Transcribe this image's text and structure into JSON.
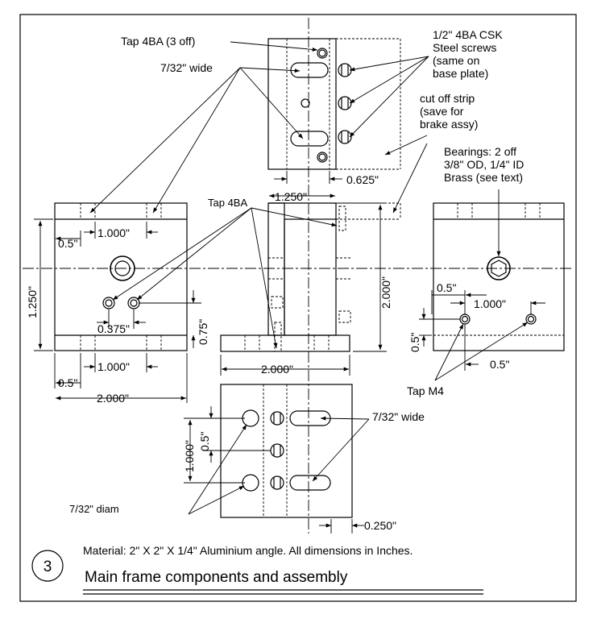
{
  "labels": {
    "tap_4ba_3off": "Tap 4BA (3 off)",
    "slot_wide_top": "7/32\" wide",
    "csk_line1": "1/2\" 4BA CSK",
    "csk_line2": "Steel screws",
    "csk_line3": "(same on",
    "csk_line4": "base plate)",
    "cut_line1": "cut off strip",
    "cut_line2": "(save for",
    "cut_line3": "brake assy)",
    "bear_line1": "Bearings: 2 off",
    "bear_line2": "3/8\" OD, 1/4\" ID",
    "bear_line3": "Brass (see text)",
    "tap_4ba": "Tap 4BA",
    "tap_m4": "Tap M4",
    "slot_wide_bottom": "7/32\" wide",
    "diam": "7/32\" diam"
  },
  "dims": {
    "d_0625": "0.625\"",
    "d_1250_top": "1.250\"",
    "d_1000_lt": "1.000\"",
    "d_05_lt": "0.5\"",
    "d_1250_left": "1.250\"",
    "d_0375": "0.375\"",
    "d_075": "0.75\"",
    "d_1000_lb": "1.000\"",
    "d_05_lb": "0.5\"",
    "d_2000_lb": "2.000\"",
    "d_2000_mid_v": "2.000\"",
    "d_2000_mid_h": "2.000\"",
    "d_05_r_top": "0.5\"",
    "d_1000_r": "1.000\"",
    "d_05_r_v": "0.5\"",
    "d_05_r_bot": "0.5\"",
    "d_1000_bot_v": "1.000\"",
    "d_05_bot_v": "0.5\"",
    "d_0250": "0.250\""
  },
  "footer": {
    "figure_number": "3",
    "material": "Material: 2\" X 2\" X 1/4\" Aluminium angle.  All dimensions in Inches.",
    "title": "Main frame components and assembly"
  }
}
